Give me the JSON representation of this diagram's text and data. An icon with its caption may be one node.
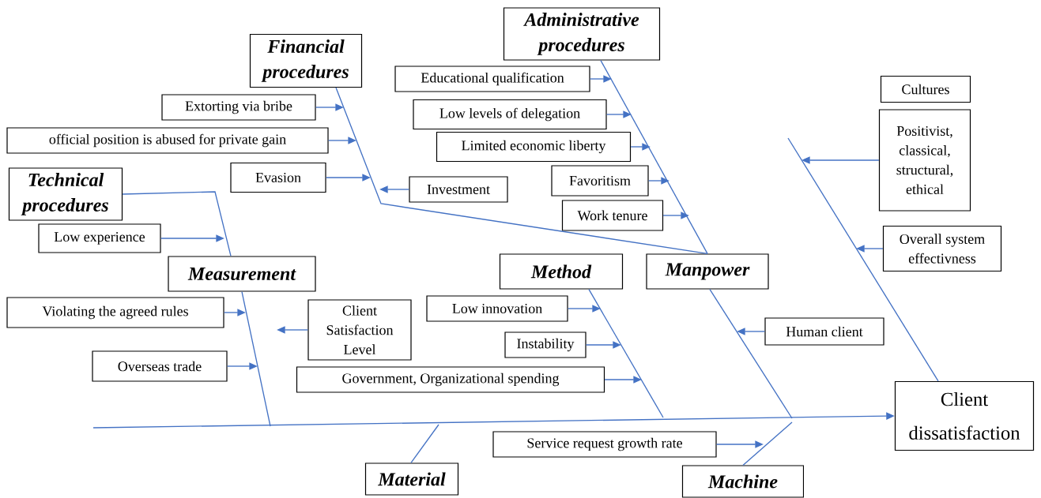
{
  "diagram": {
    "nodes": [
      {
        "text": [
          "Financial procedures"
        ]
      },
      {
        "text": [
          "Administrative procedures"
        ]
      },
      {
        "text": [
          "Educational qualification"
        ]
      },
      {
        "text": [
          "Extorting via bribe"
        ]
      },
      {
        "text": [
          "Low levels of delegation"
        ]
      },
      {
        "text": [
          "Cultures"
        ]
      },
      {
        "text": [
          "Positivist, classical, structural, ethical"
        ]
      },
      {
        "text": [
          "official position is abused for private gain"
        ]
      },
      {
        "text": [
          "Limited economic liberty"
        ]
      },
      {
        "text": [
          "Evasion"
        ]
      },
      {
        "text": [
          "Technical procedures"
        ]
      },
      {
        "text": [
          "Favoritism"
        ]
      },
      {
        "text": [
          "Investment"
        ]
      },
      {
        "text": [
          "Work tenure"
        ]
      },
      {
        "text": [
          "Overall system effectivness"
        ]
      },
      {
        "text": [
          "Low experience"
        ]
      },
      {
        "text": [
          "Measurement"
        ]
      },
      {
        "text": [
          "Method"
        ]
      },
      {
        "text": [
          "Manpower"
        ]
      },
      {
        "text": [
          "Violating the agreed rules"
        ]
      },
      {
        "text": [
          "Low innovation"
        ]
      },
      {
        "text": [
          "Client Satisfaction Level"
        ]
      },
      {
        "text": [
          "Instability"
        ]
      },
      {
        "text": [
          "Human client"
        ]
      },
      {
        "text": [
          "Overseas trade"
        ]
      },
      {
        "text": [
          "Government, Organizational spending"
        ]
      },
      {
        "text": [
          "Client dissatisfaction"
        ]
      },
      {
        "text": [
          "Service request growth rate"
        ]
      },
      {
        "text": [
          "Material"
        ]
      },
      {
        "text": [
          "Machine"
        ]
      }
    ],
    "edges": [
      {
        "from": null,
        "to": 26,
        "arrow": "to"
      },
      {
        "from": 0,
        "to": 18,
        "arrow": "none"
      },
      {
        "from": 1,
        "to": 18,
        "arrow": "none"
      },
      {
        "from": 18,
        "to": null,
        "arrow": "none"
      },
      {
        "from": 29,
        "to": null,
        "arrow": "none"
      },
      {
        "from": 17,
        "to": null,
        "arrow": "none"
      },
      {
        "from": 28,
        "to": null,
        "arrow": "none"
      },
      {
        "from": 10,
        "to": 16,
        "arrow": "none"
      },
      {
        "from": 16,
        "to": null,
        "arrow": "none"
      },
      {
        "from": null,
        "to": 26,
        "arrow": "none"
      },
      {
        "from": 3,
        "to": null,
        "arrow": "to"
      },
      {
        "from": 7,
        "to": null,
        "arrow": "to"
      },
      {
        "from": 9,
        "to": null,
        "arrow": "to"
      },
      {
        "from": 12,
        "to": null,
        "arrow": "to"
      },
      {
        "from": 2,
        "to": null,
        "arrow": "to"
      },
      {
        "from": 4,
        "to": null,
        "arrow": "to"
      },
      {
        "from": 8,
        "to": null,
        "arrow": "to"
      },
      {
        "from": 11,
        "to": null,
        "arrow": "to"
      },
      {
        "from": 13,
        "to": null,
        "arrow": "to"
      },
      {
        "from": 6,
        "to": null,
        "arrow": "to"
      },
      {
        "from": 14,
        "to": null,
        "arrow": "to"
      },
      {
        "from": 23,
        "to": null,
        "arrow": "to"
      },
      {
        "from": 15,
        "to": null,
        "arrow": "to"
      },
      {
        "from": 19,
        "to": null,
        "arrow": "to"
      },
      {
        "from": 24,
        "to": null,
        "arrow": "to"
      },
      {
        "from": 20,
        "to": null,
        "arrow": "to"
      },
      {
        "from": 22,
        "to": null,
        "arrow": "to"
      },
      {
        "from": 25,
        "to": null,
        "arrow": "to"
      },
      {
        "from": 27,
        "to": null,
        "arrow": "to"
      },
      {
        "from": 21,
        "to": null,
        "arrow": "to"
      }
    ]
  }
}
